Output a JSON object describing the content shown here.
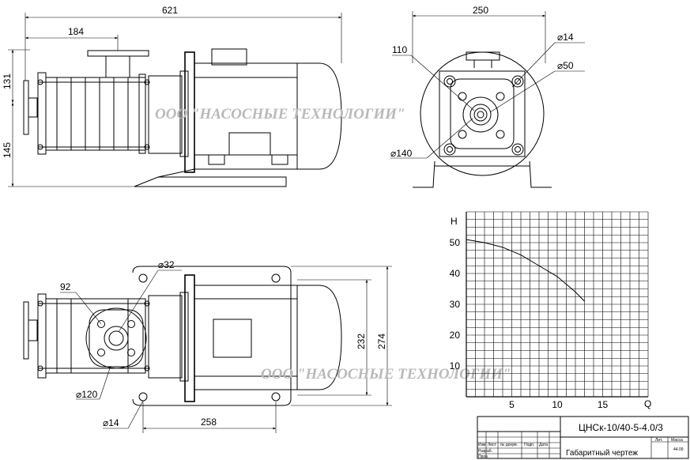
{
  "watermark": "ООО \"НАСОСНЫЕ ТЕХНОЛОГИИ\"",
  "side_view": {
    "dim_total_length": "621",
    "dim_outlet_offset": "184",
    "dim_height_upper": "131",
    "dim_height_lower": "145"
  },
  "end_view": {
    "dim_width": "250",
    "dim_hole": "⌀14",
    "dim_outlet_dia": "⌀50",
    "dim_pitch": "110",
    "dim_flange_dia": "⌀140"
  },
  "top_view": {
    "dim_flange_hole": "⌀32",
    "dim_pitch": "92",
    "dim_flange_dia": "⌀120",
    "dim_base_hole": "⌀14",
    "dim_base_length": "258",
    "dim_inner_width": "232",
    "dim_outer_width": "274"
  },
  "chart_data": {
    "type": "line",
    "xlabel": "Q",
    "ylabel": "H",
    "xlim": [
      0,
      20
    ],
    "ylim": [
      0,
      60
    ],
    "grid": true,
    "x_ticks": [
      "5",
      "10",
      "15"
    ],
    "y_ticks": [
      "10",
      "20",
      "30",
      "40",
      "50"
    ],
    "series": [
      {
        "x": [
          0,
          2,
          4,
          6,
          8,
          10,
          12,
          13
        ],
        "y": [
          51,
          50,
          48.5,
          46,
          42.5,
          39,
          34,
          31
        ]
      }
    ]
  },
  "title_block": {
    "designation": "ЦНСк-10/40-5-4.0/3",
    "sheet_title": "Габаритный чертеж",
    "headers": [
      "Изм",
      "Лист",
      "№ докум.",
      "Подп.",
      "Дата"
    ],
    "row_develop": "Разраб.",
    "row_check": "Пров.",
    "col_lit": "Лит.",
    "col_mass": "Масса",
    "mass": "44.09"
  }
}
